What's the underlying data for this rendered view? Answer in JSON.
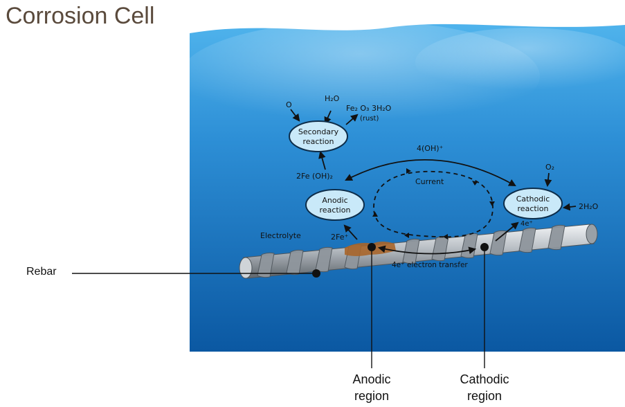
{
  "title": "Corrosion Cell",
  "nodes": {
    "secondary": [
      "Secondary",
      "reaction"
    ],
    "anodic": [
      "Anodic",
      "reaction"
    ],
    "cathodic": [
      "Cathodic",
      "reaction"
    ]
  },
  "labels": {
    "o": "O",
    "h2o_top": "H₂O",
    "rust_formula": "Fe₂ O₃ 3H₂O",
    "rust": "(rust)",
    "fe_oh2": "2Fe (OH)₂",
    "oh4": "4(OH)⁺",
    "current": "Current",
    "o2": "O₂",
    "h2o_right": "2H₂O",
    "e4_cathode": "4e⁺",
    "electrolyte": "Electrolyte",
    "fe2": "2Fe⁺",
    "electron_transfer": "4e⁺ electron transfer"
  },
  "callouts": {
    "rebar": "Rebar",
    "anodic_region": [
      "Anodic",
      "region"
    ],
    "cathodic_region": [
      "Cathodic",
      "region"
    ]
  },
  "colors": {
    "title": "#5a4a3c",
    "water_top": "#3aa3e2",
    "water_bottom": "#0b58a2",
    "node_fill": "#c9e9f9",
    "rust": "#a8652a"
  }
}
